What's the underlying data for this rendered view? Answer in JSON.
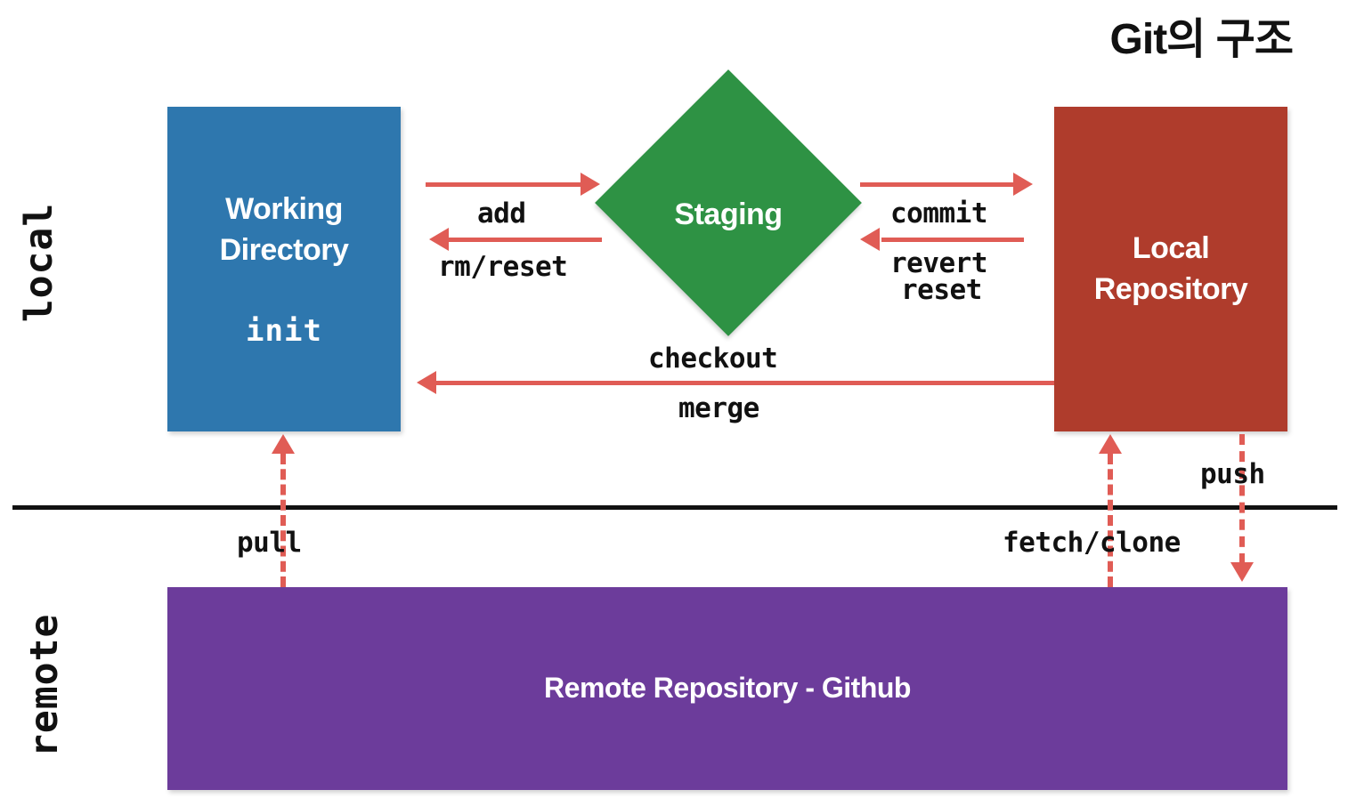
{
  "title": "Git의 구조",
  "side_labels": {
    "local": "local",
    "remote": "remote"
  },
  "nodes": {
    "working_directory": {
      "title_line1": "Working",
      "title_line2": "Directory",
      "sub_label": "init",
      "color": "#2E77AE",
      "shape": "rectangle"
    },
    "staging": {
      "title": "Staging",
      "color": "#2E9244",
      "shape": "diamond"
    },
    "local_repository": {
      "title_line1": "Local",
      "title_line2": "Repository",
      "color": "#AF3C2C",
      "shape": "rectangle"
    },
    "remote_repository": {
      "title": "Remote Repository - Github",
      "color": "#6C3C9B",
      "shape": "rectangle"
    }
  },
  "edges": [
    {
      "id": "add",
      "label": "add",
      "from": "working_directory",
      "to": "staging",
      "direction": "right",
      "style": "solid"
    },
    {
      "id": "rm_reset",
      "label": "rm/reset",
      "from": "staging",
      "to": "working_directory",
      "direction": "left",
      "style": "solid"
    },
    {
      "id": "commit",
      "label": "commit",
      "from": "staging",
      "to": "local_repository",
      "direction": "right",
      "style": "solid"
    },
    {
      "id": "revert",
      "label": "revert",
      "from": "local_repository",
      "to": "staging",
      "direction": "left",
      "style": "solid"
    },
    {
      "id": "reset",
      "label": "reset",
      "from": "local_repository",
      "to": "staging",
      "direction": "left",
      "style": "solid"
    },
    {
      "id": "checkout",
      "label": "checkout",
      "from": "local_repository",
      "to": "working_directory",
      "direction": "left",
      "style": "solid"
    },
    {
      "id": "merge",
      "label": "merge",
      "from": "local_repository",
      "to": "working_directory",
      "direction": "left",
      "style": "solid"
    },
    {
      "id": "pull",
      "label": "pull",
      "from": "remote_repository",
      "to": "working_directory",
      "direction": "up",
      "style": "dashed"
    },
    {
      "id": "fetch_clone",
      "label": "fetch/clone",
      "from": "remote_repository",
      "to": "local_repository",
      "direction": "up",
      "style": "dashed"
    },
    {
      "id": "push",
      "label": "push",
      "from": "local_repository",
      "to": "remote_repository",
      "direction": "down",
      "style": "dashed"
    }
  ],
  "divider": {
    "separates": "local / remote",
    "color": "#111111"
  },
  "colors": {
    "arrow": "#E05C55",
    "text": "#111111",
    "background": "#FFFFFF"
  }
}
